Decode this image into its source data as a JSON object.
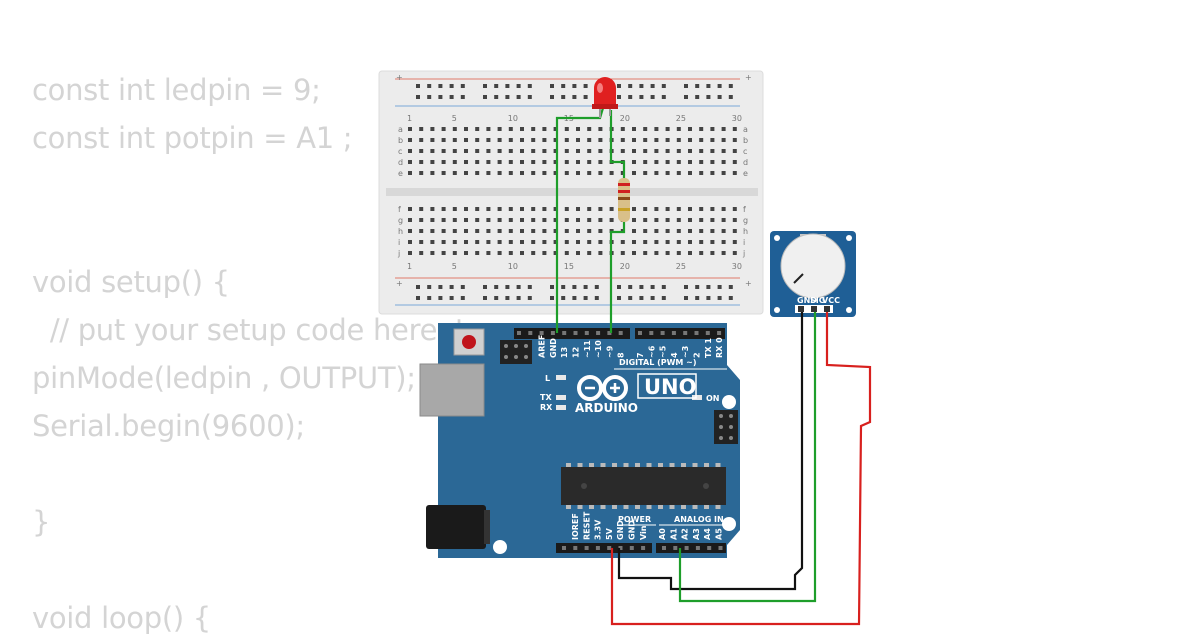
{
  "code_lines": [
    "const int ledpin = 9;",
    "const int potpin = A1 ;",
    "",
    "",
    "void setup() {",
    "  // put your setup code here, to run once:",
    "pinMode(ledpin , OUTPUT);",
    "Serial.begin(9600);",
    "",
    "}",
    "",
    "void loop() {"
  ],
  "breadboard": {
    "column_labels": [
      "1",
      "5",
      "10",
      "15",
      "20",
      "25",
      "30"
    ],
    "row_labels_top": [
      "a",
      "b",
      "c",
      "d",
      "e"
    ],
    "row_labels_bottom": [
      "f",
      "g",
      "h",
      "i",
      "j"
    ],
    "rail_plus": "+",
    "rail_minus": "-"
  },
  "arduino": {
    "brand": "ARDUINO",
    "model": "UNO",
    "digital_header": "DIGITAL (PWM ~)",
    "power_header": "POWER",
    "analog_header": "ANALOG IN",
    "label_L": "L",
    "label_TX": "TX",
    "label_RX": "RX",
    "label_ON": "ON",
    "digital_pins": [
      "AREF",
      "GND",
      "13",
      "12",
      "~11",
      "~10",
      "~9",
      "8",
      "7",
      "~6",
      "~5",
      "4",
      "~3",
      "2",
      "TX 1",
      "RX 0"
    ],
    "power_pins": [
      "IOREF",
      "RESET",
      "3.3V",
      "5V",
      "GND",
      "GND",
      "Vin"
    ],
    "analog_pins": [
      "A0",
      "A1",
      "A2",
      "A3",
      "A4",
      "A5"
    ]
  },
  "potentiometer": {
    "pins": [
      "GND",
      "SIG",
      "VCC"
    ]
  },
  "colors": {
    "code_text": "#d4d4d4",
    "board": "#2b6896",
    "breadboard": "#ececec",
    "wire_green": "#1e9e2a",
    "wire_black": "#111111",
    "wire_red": "#d8201e",
    "led": "#e02020"
  }
}
